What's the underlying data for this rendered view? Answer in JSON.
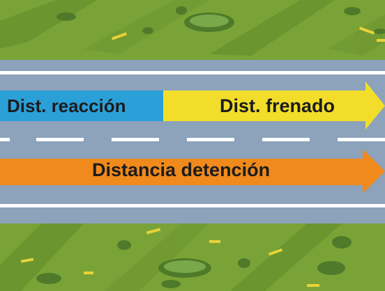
{
  "labels": {
    "reaction": "Dist. reacción",
    "braking": "Dist. frenado",
    "stopping": "Distancia detención"
  },
  "colors": {
    "grass": "#7aa337",
    "grass_dark": "#5d8a2a",
    "road": "#8da2bb",
    "road_line": "#ffffff",
    "reaction_segment": "#2b9fd8",
    "braking_segment": "#f2de2a",
    "stopping_arrow": "#f08a1c"
  }
}
